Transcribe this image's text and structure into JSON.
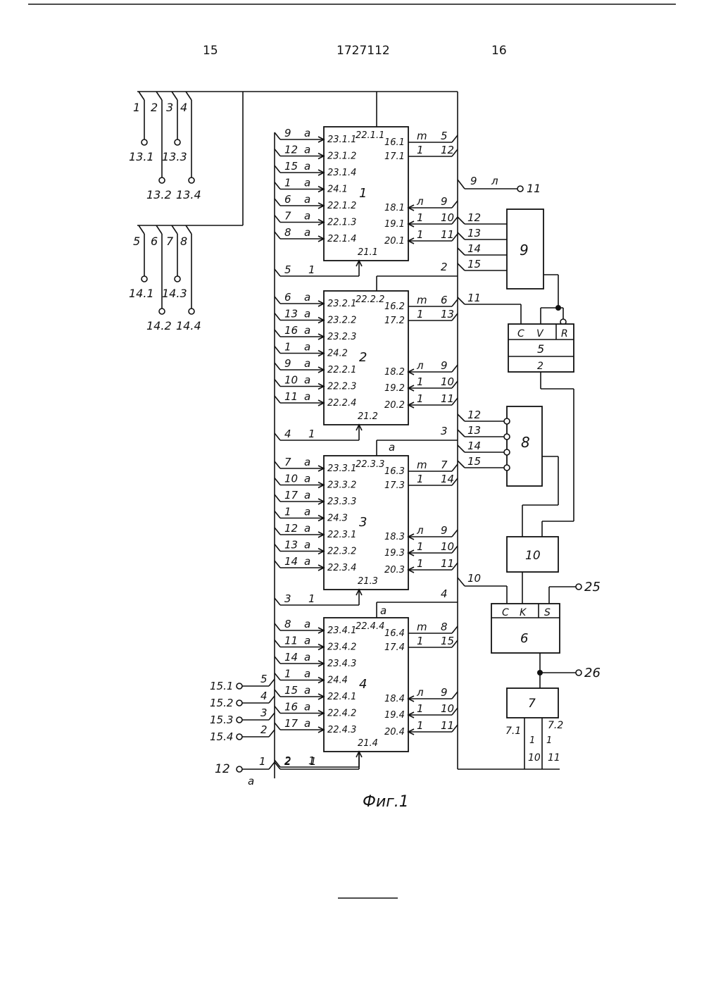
{
  "header": {
    "page_left": "15",
    "patent_number": "1727112",
    "page_right": "16"
  },
  "caption": "Фиг.1",
  "blocks": [
    {
      "number": "1",
      "top": "22.1.1",
      "inputs": [
        "23.1.1",
        "23.1.2",
        "23.1.4",
        "24.1",
        "22.1.2",
        "22.1.3",
        "22.1.4"
      ],
      "bottom": "21.1",
      "outputs": [
        "16.1",
        "17.1",
        "18.1",
        "19.1",
        "20.1"
      ],
      "left_labels": [
        [
          "9",
          "a"
        ],
        [
          "12",
          "a"
        ],
        [
          "15",
          "a"
        ],
        [
          "1",
          "a"
        ],
        [
          "6",
          "a"
        ],
        [
          "7",
          "a"
        ],
        [
          "8",
          "a"
        ]
      ],
      "bus_in": [
        "5",
        "1"
      ],
      "right_labels": [
        [
          "m",
          "5"
        ],
        [
          "1",
          "12"
        ],
        [
          "л",
          "9"
        ],
        [
          "1",
          "10"
        ],
        [
          "1",
          "11"
        ]
      ]
    },
    {
      "number": "2",
      "top": "22.2.2",
      "inputs": [
        "23.2.1",
        "23.2.2",
        "23.2.3",
        "24.2",
        "22.2.1",
        "22.2.3",
        "22.2.4"
      ],
      "bottom": "21.2",
      "outputs": [
        "16.2",
        "17.2",
        "18.2",
        "19.2",
        "20.2"
      ],
      "left_labels": [
        [
          "6",
          "a"
        ],
        [
          "13",
          "a"
        ],
        [
          "16",
          "a"
        ],
        [
          "1",
          "a"
        ],
        [
          "9",
          "a"
        ],
        [
          "10",
          "a"
        ],
        [
          "11",
          "a"
        ]
      ],
      "bus_in": [
        "4",
        "1"
      ],
      "right_labels": [
        [
          "m",
          "6"
        ],
        [
          "1",
          "13"
        ],
        [
          "л",
          "9"
        ],
        [
          "1",
          "10"
        ],
        [
          "1",
          "11"
        ]
      ]
    },
    {
      "number": "3",
      "top": "22.3.3",
      "inputs": [
        "23.3.1",
        "23.3.2",
        "23.3.3",
        "24.3",
        "22.3.1",
        "22.3.2",
        "22.3.4"
      ],
      "bottom": "21.3",
      "outputs": [
        "16.3",
        "17.3",
        "18.3",
        "19.3",
        "20.3"
      ],
      "left_labels": [
        [
          "7",
          "a"
        ],
        [
          "10",
          "a"
        ],
        [
          "17",
          "a"
        ],
        [
          "1",
          "a"
        ],
        [
          "12",
          "a"
        ],
        [
          "13",
          "a"
        ],
        [
          "14",
          "a"
        ]
      ],
      "bus_in": [
        "3",
        "1"
      ],
      "right_labels": [
        [
          "m",
          "7"
        ],
        [
          "1",
          "14"
        ],
        [
          "л",
          "9"
        ],
        [
          "1",
          "10"
        ],
        [
          "1",
          "11"
        ]
      ]
    },
    {
      "number": "4",
      "top": "22.4.4",
      "inputs": [
        "23.4.1",
        "23.4.2",
        "23.4.3",
        "24.4",
        "22.4.1",
        "22.4.2",
        "22.4.3"
      ],
      "bottom": "21.4",
      "outputs": [
        "16.4",
        "17.4",
        "18.4",
        "19.4",
        "20.4"
      ],
      "left_labels": [
        [
          "8",
          "a"
        ],
        [
          "11",
          "a"
        ],
        [
          "14",
          "a"
        ],
        [
          "1",
          "a"
        ],
        [
          "15",
          "a"
        ],
        [
          "16",
          "a"
        ],
        [
          "17",
          "a"
        ]
      ],
      "bus_in": [
        "2",
        "1"
      ],
      "right_labels": [
        [
          "m",
          "8"
        ],
        [
          "1",
          "15"
        ],
        [
          "л",
          "9"
        ],
        [
          "1",
          "10"
        ],
        [
          "1",
          "11"
        ]
      ]
    }
  ],
  "top_a_labels": [
    "a",
    "a"
  ],
  "switch_groups": [
    {
      "wires": [
        "1",
        "2",
        "3",
        "4"
      ],
      "terminals": [
        "13.1",
        "13.2",
        "13.3",
        "13.4"
      ]
    },
    {
      "wires": [
        "5",
        "6",
        "7",
        "8"
      ],
      "terminals": [
        "14.1",
        "14.2",
        "14.3",
        "14.4"
      ]
    }
  ],
  "left_terminals": [
    {
      "label": "15.1",
      "wire": "5"
    },
    {
      "label": "15.2",
      "wire": "4"
    },
    {
      "label": "15.3",
      "wire": "3"
    },
    {
      "label": "15.4",
      "wire": "2"
    }
  ],
  "bottom_left": {
    "terminal": "12",
    "wire1": "1",
    "sub": "a",
    "wire2": "2",
    "wire3": "1"
  },
  "right_side": {
    "term11": {
      "wire": "9",
      "sub": "л",
      "terminal": "11"
    },
    "block9": {
      "label": "9",
      "inputs": [
        "12",
        "13",
        "14",
        "15"
      ],
      "bus": "2"
    },
    "block5": {
      "label": "5",
      "c": "C",
      "v": "V",
      "r": "R",
      "sub": "2",
      "wire": "11"
    },
    "block8": {
      "label": "8",
      "inputs": [
        "12",
        "13",
        "14",
        "15"
      ],
      "bus": "3"
    },
    "block10": {
      "label": "10"
    },
    "block6": {
      "label": "6",
      "c": "C",
      "k": "K",
      "s": "S",
      "wire": "10",
      "bus": "4"
    },
    "block7": {
      "label": "7",
      "out1": "7.1",
      "out2": "7.2",
      "w1": "1",
      "w2": "1",
      "n1": "10",
      "n2": "11"
    },
    "term25": "25",
    "term26": "26"
  }
}
